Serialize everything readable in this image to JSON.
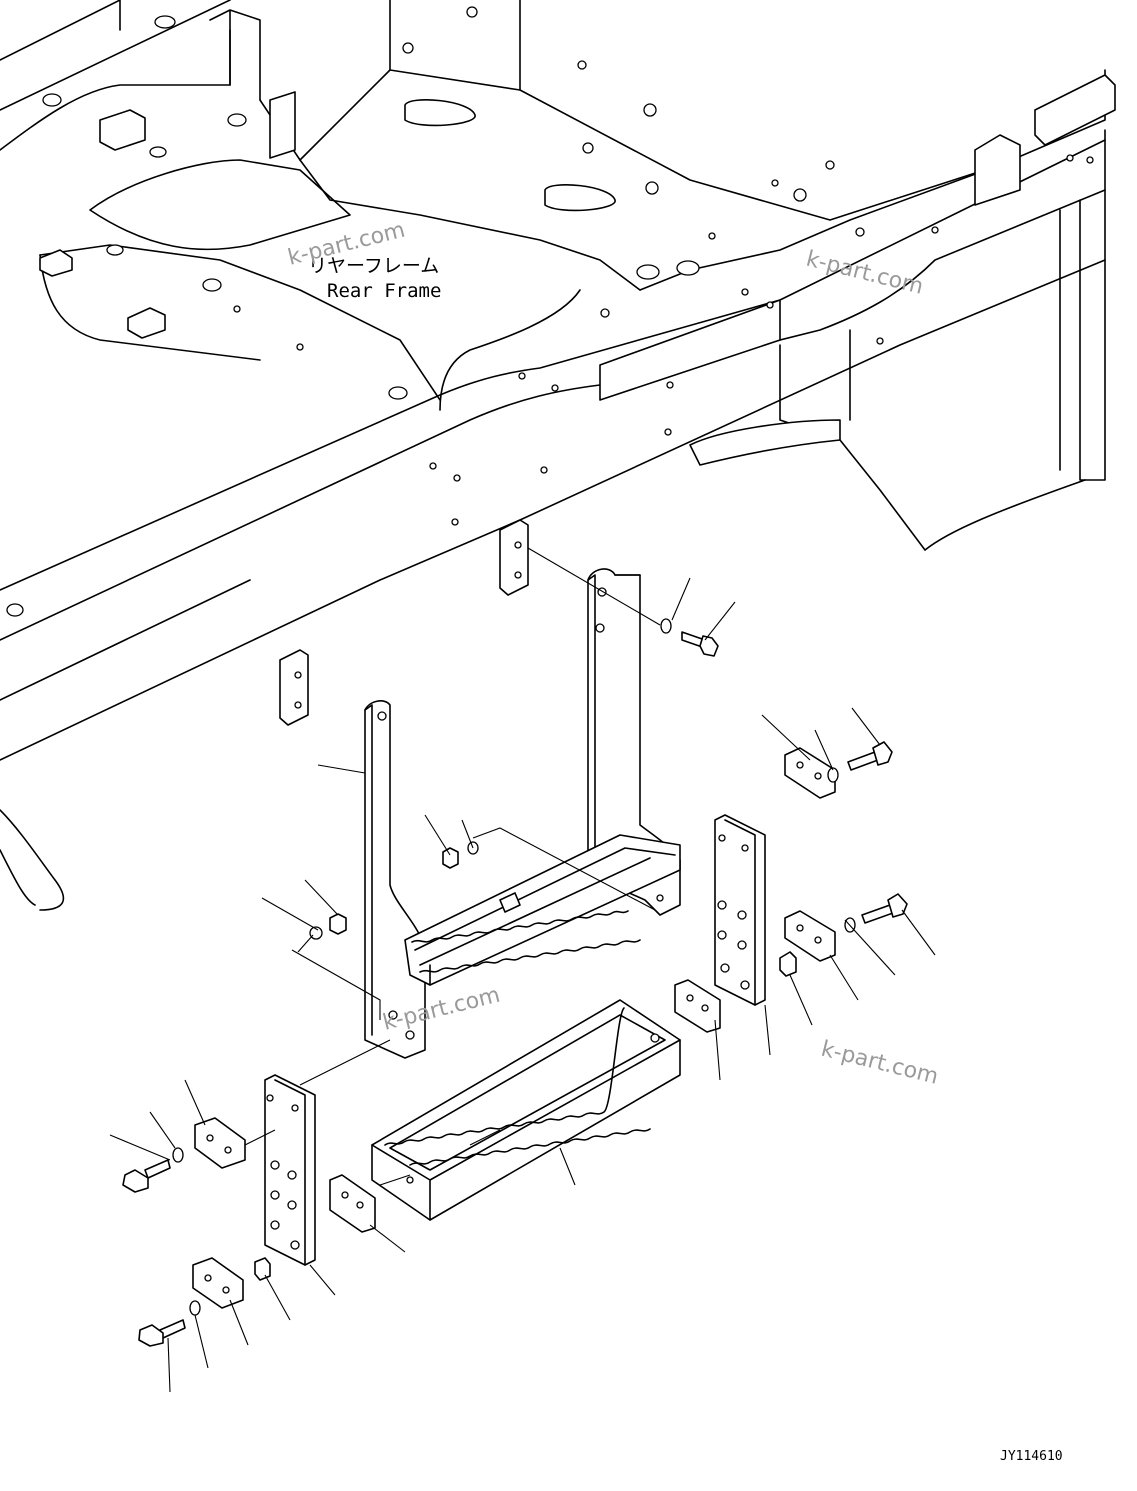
{
  "labels": {
    "frame_jp": "リヤーフレーム",
    "frame_en": "Rear Frame",
    "drawing_code": "JY114610"
  },
  "watermarks": [
    "k-part.com",
    "k-part.com",
    "k-part.com",
    "k-part.com"
  ]
}
